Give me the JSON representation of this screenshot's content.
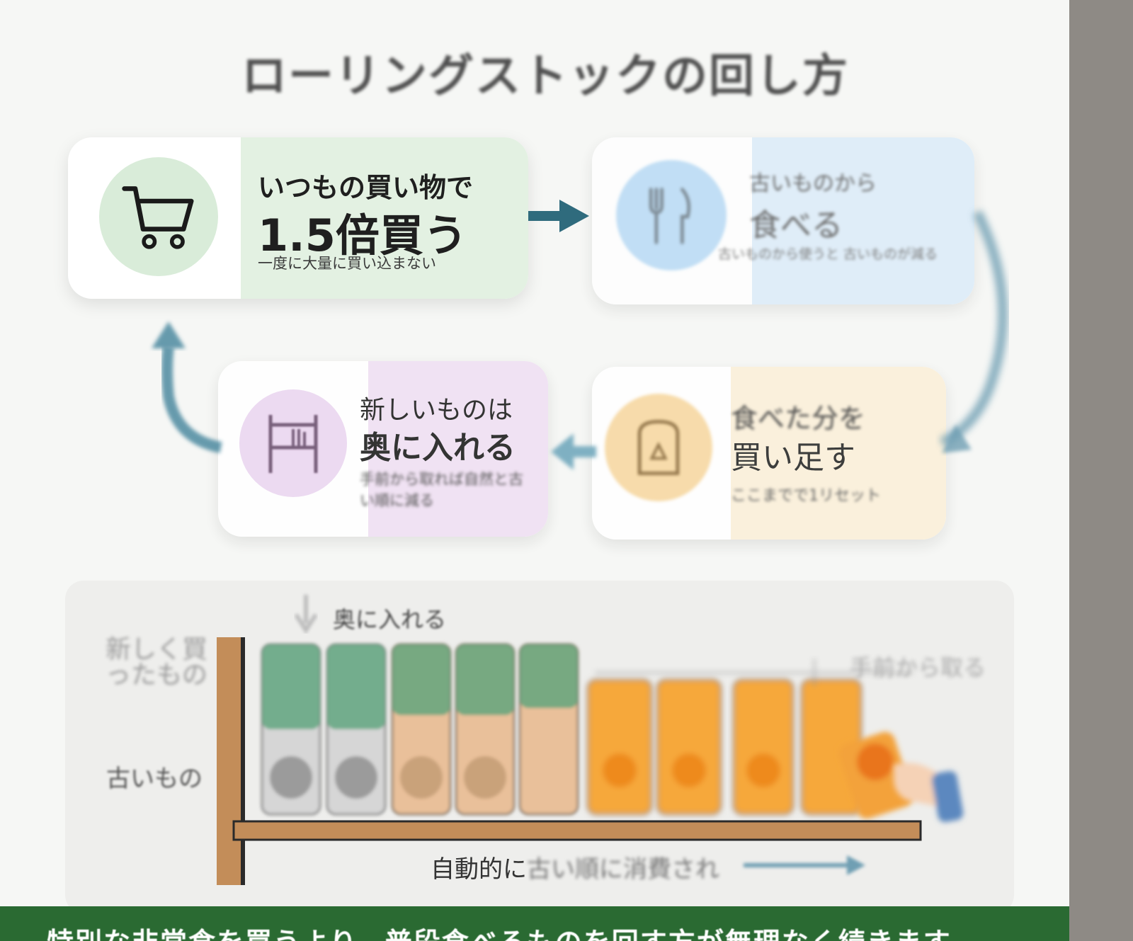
{
  "title": "ローリングストックの回し方",
  "cards": [
    {
      "id": "buy",
      "icon": "shopping-cart-icon",
      "line1": "いつもの買い物で",
      "line2": "1.5倍買う",
      "line3": "一度に大量に買い込まない",
      "tint": "#e3f1e2",
      "circle": "#d9ecd9"
    },
    {
      "id": "eat",
      "icon": "fork-knife-icon",
      "line1": "古いものから",
      "line2": "食べる",
      "line3": "古いものから使うと 古いものが減る",
      "tint": "#dcecf9",
      "circle": "#b8daf5"
    },
    {
      "id": "store",
      "icon": "shelf-icon",
      "line1": "新しいものは",
      "line2": "奥に入れる",
      "line3": "手前から取れば自然と古い順に減る",
      "tint": "#f0e0f3",
      "circle": "#ecd7f1"
    },
    {
      "id": "refill",
      "icon": "shopping-bag-icon",
      "line1": "食べた分を",
      "line2": "買い足す",
      "line3": "ここまでで1リセット",
      "tint": "#fbf0da",
      "circle": "#f8d9a3"
    }
  ],
  "shelf": {
    "label_in": "奥に入れる",
    "label_new": "新しく買ったもの",
    "label_old": "古いもの",
    "label_auto_clear": "自動的に",
    "label_auto_blur": "古い順に消費され",
    "label_hand": "手前から取る"
  },
  "banner": "特別な非常食を買うより、普段食べるものを回す方が無理なく続きます",
  "colors": {
    "accent_teal": "#2f6b7d",
    "banner_green": "#2a6a32",
    "sidebar_gray": "#8e8a85"
  }
}
